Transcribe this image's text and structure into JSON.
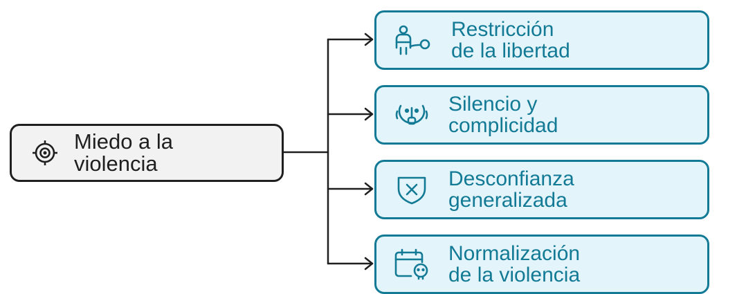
{
  "root": {
    "label": "Miedo a la\nviolencia",
    "icon": "target-fear-icon"
  },
  "children": [
    {
      "label": "Restricción\nde la libertad",
      "icon": "person-shackle-icon"
    },
    {
      "label": "Silencio y\ncomplicidad",
      "icon": "hush-face-icon"
    },
    {
      "label": "Desconfianza\ngeneralizada",
      "icon": "shield-x-icon"
    },
    {
      "label": "Normalización\nde la violencia",
      "icon": "calendar-skull-icon"
    }
  ],
  "colors": {
    "accent": "#137a96",
    "child_fill": "#e3f4fa",
    "root_fill": "#f2f2f2",
    "root_border": "#1f1f1f",
    "connector": "#1f1f1f"
  }
}
